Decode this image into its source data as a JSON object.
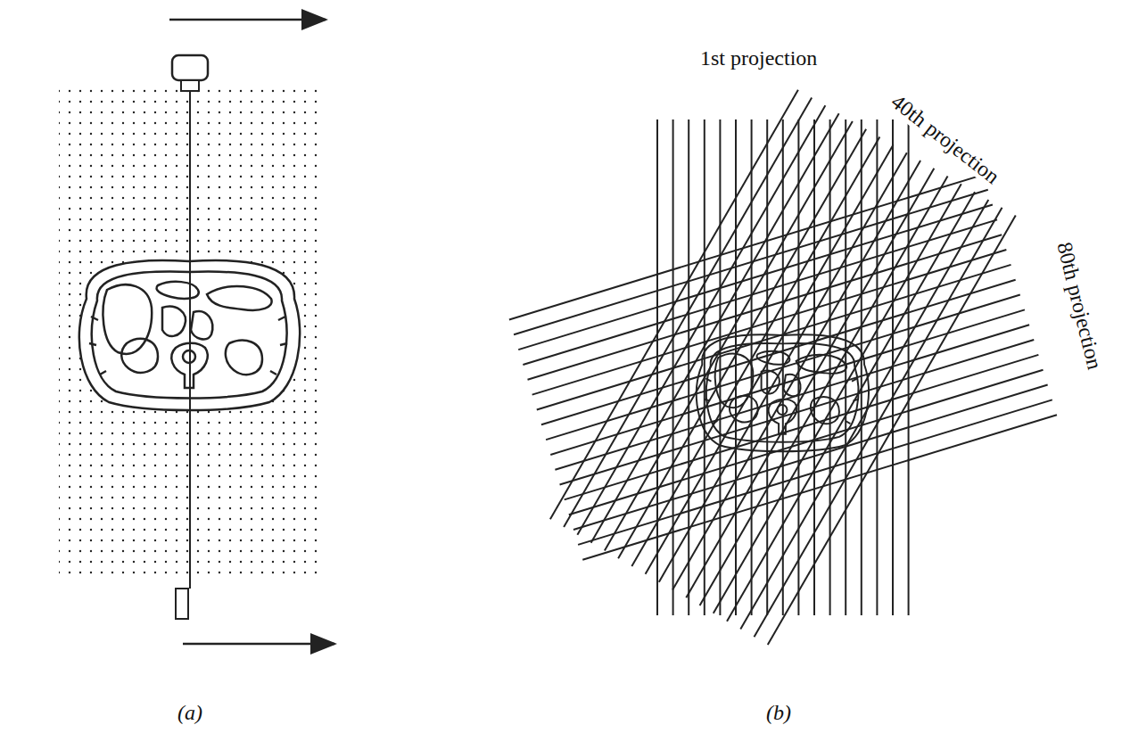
{
  "diagram": {
    "labels": [
      "1st projection",
      "40th projection",
      "80th projection",
      "(a)",
      "(b)"
    ]
  }
}
